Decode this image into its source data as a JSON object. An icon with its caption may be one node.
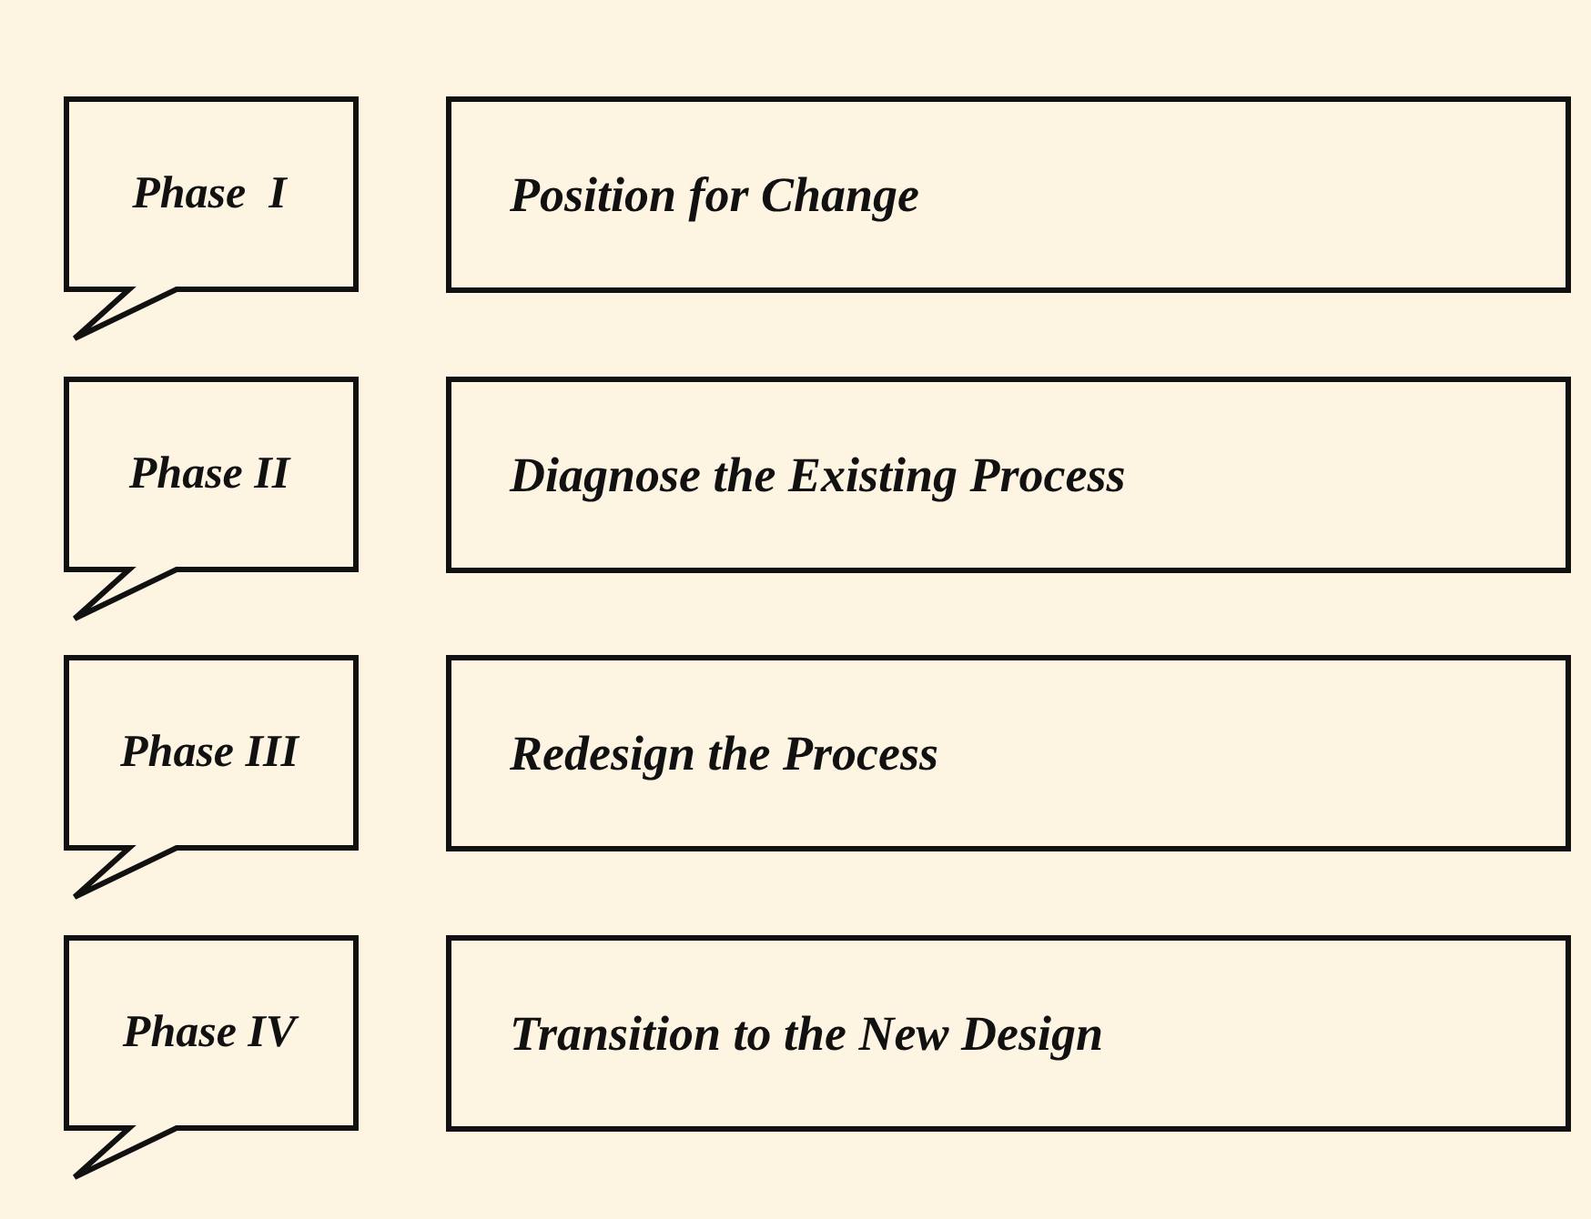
{
  "diagram": {
    "nodes": [
      {
        "text": [
          "Phase  I"
        ]
      },
      {
        "text": [
          "Position for Change"
        ]
      },
      {
        "text": [
          "Phase II"
        ]
      },
      {
        "text": [
          "Diagnose the Existing Process"
        ]
      },
      {
        "text": [
          "Phase III"
        ]
      },
      {
        "text": [
          "Redesign the Process"
        ]
      },
      {
        "text": [
          "Phase IV"
        ]
      },
      {
        "text": [
          "Transition to the New Design"
        ]
      }
    ]
  }
}
